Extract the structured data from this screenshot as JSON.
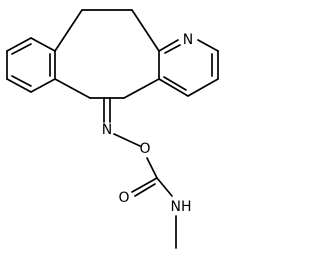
{
  "molecule": {
    "atoms": {
      "ring_nitrogen": "N",
      "oxime_nitrogen": "N",
      "oxime_oxygen": "O",
      "carbonyl_oxygen": "O",
      "amide_nitrogen": "NH"
    }
  }
}
